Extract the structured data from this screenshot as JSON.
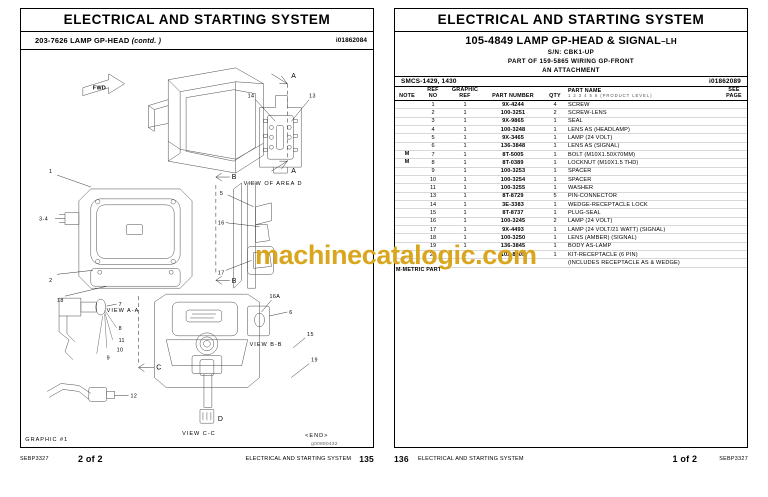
{
  "left_page": {
    "banner": "ELECTRICAL AND STARTING SYSTEM",
    "subtitle": "203-7626 LAMP GP-HEAD",
    "subtitle_note": "(contd. )",
    "doc_id": "i01862084",
    "diagram": {
      "fwd_label": "FWD",
      "graphic_label": "GRAPHIC #1",
      "graphic_id": "g00890432",
      "end_label": "<END>",
      "views": [
        {
          "label": "VIEW OF AREA D"
        },
        {
          "label": "VIEW A-A"
        },
        {
          "label": "VIEW B-B"
        },
        {
          "label": "VIEW C-C"
        }
      ],
      "section_marks": [
        "A",
        "A",
        "B",
        "B",
        "C",
        "C",
        "D"
      ],
      "callouts": [
        "1",
        "2",
        "3-4",
        "5",
        "6",
        "7",
        "8",
        "9",
        "10",
        "11",
        "12",
        "13",
        "14",
        "15",
        "16",
        "16A",
        "17",
        "18",
        "19"
      ]
    },
    "footer": {
      "sebp": "SEBP3327",
      "page_of": "2 of 2",
      "system": "ELECTRICAL AND STARTING SYSTEM",
      "page_number": "135"
    }
  },
  "right_page": {
    "banner": "ELECTRICAL AND STARTING SYSTEM",
    "title": "105-4849 LAMP GP-HEAD & SIGNAL",
    "title_suffix": "–LH",
    "serial": "S/N: CBK1-UP",
    "part_of": "PART OF 159-5865 WIRING GP-FRONT",
    "attachment": "AN ATTACHMENT",
    "smcs": "SMCS-1429, 1430",
    "doc_id": "i01862089",
    "table": {
      "headers": {
        "note": "NOTE",
        "ref_no_l1": "REF",
        "ref_no_l2": "NO",
        "graphic_l1": "GRAPHIC",
        "graphic_l2": "REF",
        "part_number": "PART NUMBER",
        "qty": "QTY",
        "part_name": "PART NAME",
        "product_level": "1  2  3  4  5  6  (PRODUCT LEVEL)",
        "see_l1": "SEE",
        "see_l2": "PAGE"
      },
      "rows": [
        {
          "note": "",
          "ref": "1",
          "graphic": "1",
          "pn": "9X-4244",
          "qty": "4",
          "name": "SCREW",
          "see": ""
        },
        {
          "note": "",
          "ref": "2",
          "graphic": "1",
          "pn": "100-3251",
          "qty": "2",
          "name": "SCREW-LENS",
          "see": ""
        },
        {
          "note": "",
          "ref": "3",
          "graphic": "1",
          "pn": "9X-9865",
          "qty": "1",
          "name": "SEAL",
          "see": ""
        },
        {
          "note": "",
          "ref": "4",
          "graphic": "1",
          "pn": "100-3248",
          "qty": "1",
          "name": "LENS AS (HEADLAMP)",
          "see": ""
        },
        {
          "note": "",
          "ref": "5",
          "graphic": "1",
          "pn": "9X-3465",
          "qty": "1",
          "name": "LAMP (24 VOLT)",
          "see": ""
        },
        {
          "note": "",
          "ref": "6",
          "graphic": "1",
          "pn": "136-3848",
          "qty": "1",
          "name": "LENS AS (SIGNAL)",
          "see": ""
        },
        {
          "note": "M",
          "ref": "7",
          "graphic": "1",
          "pn": "8T-5005",
          "qty": "1",
          "name": "BOLT (M10X1.50X70MM)",
          "see": ""
        },
        {
          "note": "M",
          "ref": "8",
          "graphic": "1",
          "pn": "8T-0389",
          "qty": "1",
          "name": "LOCKNUT (M10X1.5 THD)",
          "see": ""
        },
        {
          "note": "",
          "ref": "9",
          "graphic": "1",
          "pn": "100-3253",
          "qty": "1",
          "name": "SPACER",
          "see": ""
        },
        {
          "note": "",
          "ref": "10",
          "graphic": "1",
          "pn": "100-3254",
          "qty": "1",
          "name": "SPACER",
          "see": ""
        },
        {
          "note": "",
          "ref": "11",
          "graphic": "1",
          "pn": "100-3255",
          "qty": "1",
          "name": "WASHER",
          "see": ""
        },
        {
          "note": "",
          "ref": "13",
          "graphic": "1",
          "pn": "8T-8729",
          "qty": "5",
          "name": "PIN-CONNECTOR",
          "see": ""
        },
        {
          "note": "",
          "ref": "14",
          "graphic": "1",
          "pn": "3E-3383",
          "qty": "1",
          "name": "WEDGE-RECEPTACLE LOCK",
          "see": ""
        },
        {
          "note": "",
          "ref": "15",
          "graphic": "1",
          "pn": "8T-8737",
          "qty": "1",
          "name": "PLUG-SEAL",
          "see": ""
        },
        {
          "note": "",
          "ref": "16",
          "graphic": "1",
          "pn": "100-3245",
          "qty": "2",
          "name": "LAMP (24 VOLT)",
          "see": ""
        },
        {
          "note": "",
          "ref": "17",
          "graphic": "1",
          "pn": "9X-4493",
          "qty": "1",
          "name": "LAMP (24 VOLT/21 WATT) (SIGNAL)",
          "see": ""
        },
        {
          "note": "",
          "ref": "18",
          "graphic": "1",
          "pn": "100-3250",
          "qty": "1",
          "name": "LENS (AMBER) (SIGNAL)",
          "see": ""
        },
        {
          "note": "",
          "ref": "19",
          "graphic": "1",
          "pn": "136-3845",
          "qty": "1",
          "name": "BODY AS-LAMP",
          "see": ""
        },
        {
          "note": "",
          "ref": "20",
          "graphic": "1",
          "pn": "102-8805",
          "qty": "1",
          "name": "KIT-RECEPTACLE (6 PIN)",
          "see": ""
        }
      ],
      "continuation": "(INCLUDES RECEPTACLE AS & WEDGE)",
      "note_legend": "M-METRIC PART"
    },
    "footer": {
      "page_number": "136",
      "system": "ELECTRICAL AND STARTING SYSTEM",
      "page_of": "1 of 2",
      "sebp": "SEBP3327"
    }
  },
  "watermark": {
    "text": "machinecatalogic.com",
    "color": "#d9a61e"
  }
}
